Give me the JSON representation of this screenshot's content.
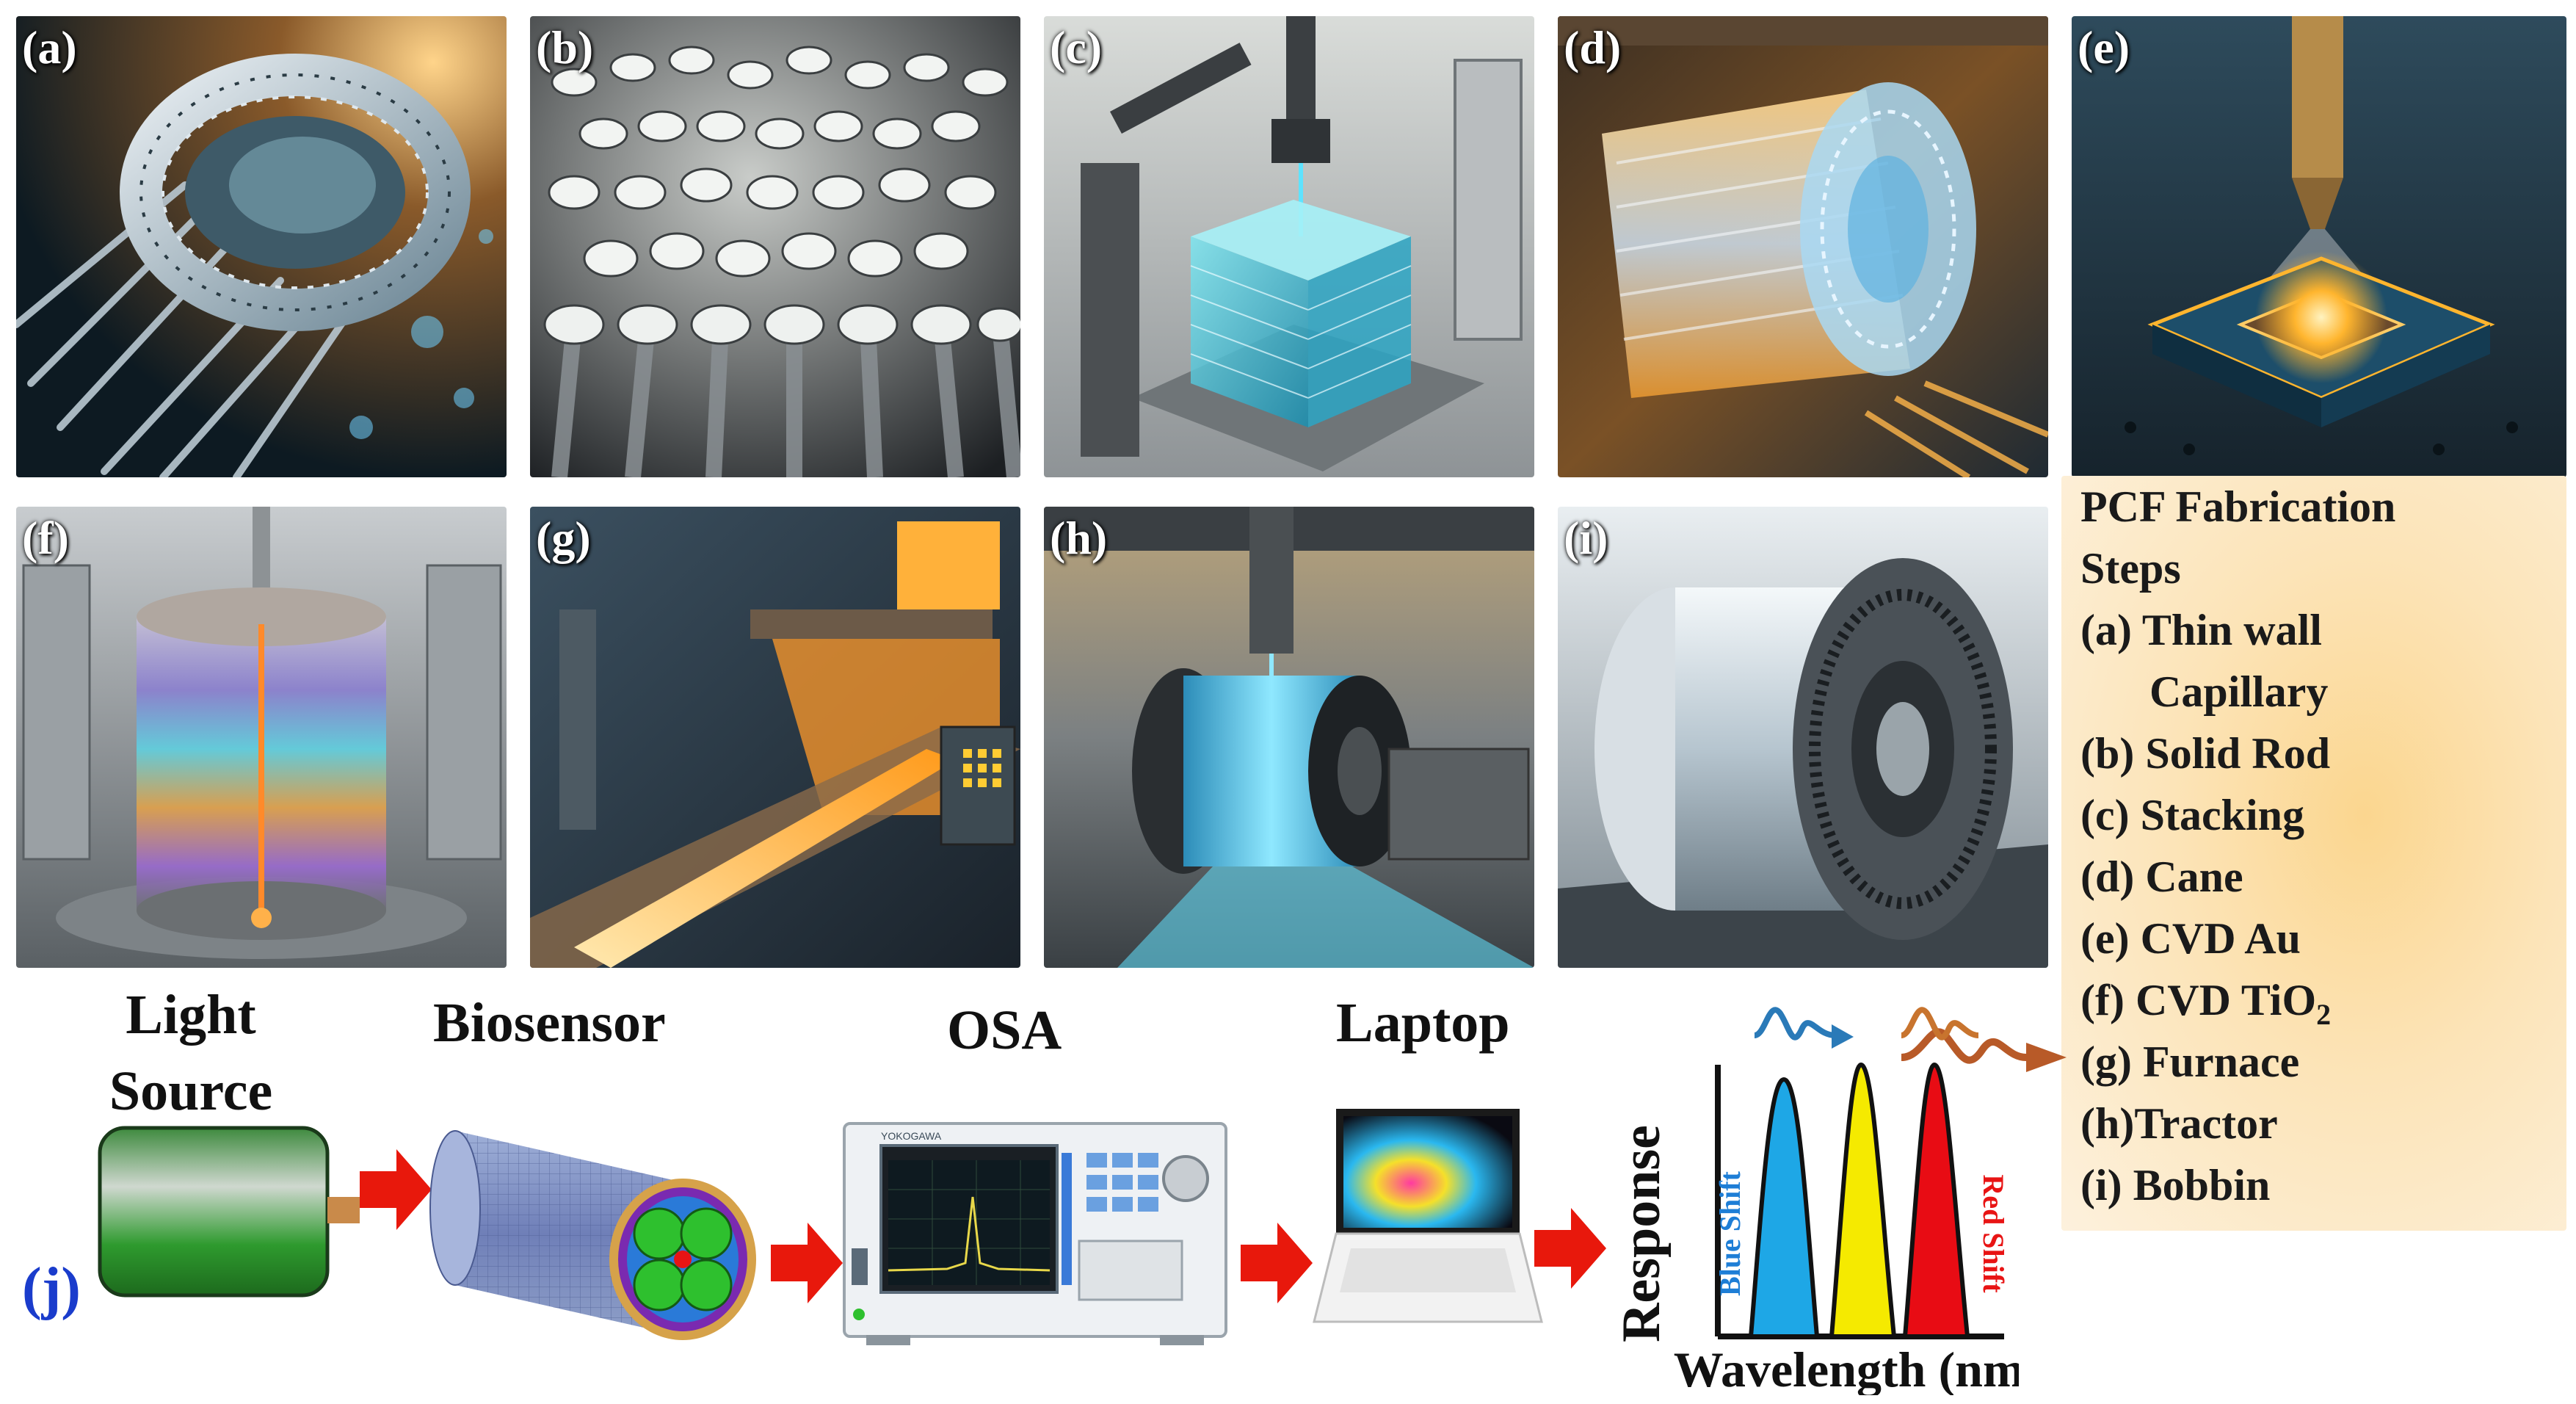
{
  "panels": [
    {
      "label": "(a)",
      "icon": "capillary-bundle-illustration"
    },
    {
      "label": "(b)",
      "icon": "solid-rods-illustration"
    },
    {
      "label": "(c)",
      "icon": "stacking-robot-illustration"
    },
    {
      "label": "(d)",
      "icon": "cane-illustration"
    },
    {
      "label": "(e)",
      "icon": "cvd-au-illustration"
    },
    {
      "label": "(f)",
      "icon": "cvd-tio2-illustration"
    },
    {
      "label": "(g)",
      "icon": "furnace-illustration"
    },
    {
      "label": "(h)",
      "icon": "tractor-illustration"
    },
    {
      "label": "(i)",
      "icon": "bobbin-illustration"
    }
  ],
  "legend": {
    "title_line1": "PCF Fabrication",
    "title_line2": "Steps",
    "items": [
      "(a)  Thin wall",
      "Capillary",
      "(b) Solid Rod",
      "(c) Stacking",
      "(d) Cane",
      "(e) CVD Au",
      "(f) CVD TiO",
      "(g) Furnace",
      "(h)Tractor",
      "(i) Bobbin"
    ],
    "subscript": "2"
  },
  "setup": {
    "panel_label": "(j)",
    "light_source_line1": "Light",
    "light_source_line2": "Source",
    "biosensor": "Biosensor",
    "osa": "OSA",
    "laptop": "Laptop",
    "osa_brand": "YOKOGAWA"
  },
  "response_chart": {
    "ylabel": "Response",
    "xlabel": "Wavelength (nm)",
    "blue_shift": "Blue Shift",
    "red_shift": "Red Shift"
  },
  "colors": {
    "arrow": "#e8180c",
    "blue_peak": "#1ea7e6",
    "yellow_peak": "#f5ea00",
    "red_peak": "#e80c14",
    "j_label": "#1a3ccc"
  }
}
